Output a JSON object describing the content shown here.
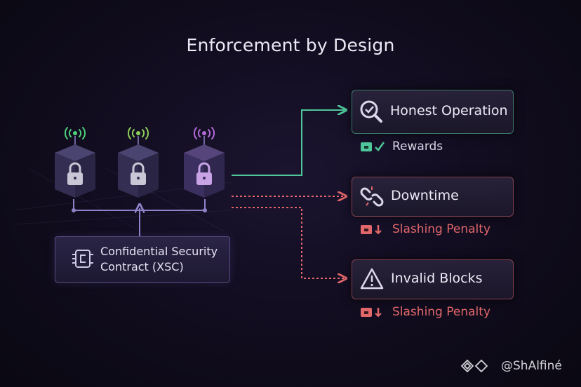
{
  "title": "Enforcement by Design",
  "contract": {
    "label_line1": "Confidential Security",
    "label_line2": "Contract (XSC)",
    "icon": "contract-chip-icon"
  },
  "nodes": [
    {
      "signal_color": "#4fd07a",
      "lock_color": "#c9c6d6"
    },
    {
      "signal_color": "#8dcf5a",
      "lock_color": "#c9c6d6"
    },
    {
      "signal_color": "#b26ad8",
      "lock_color": "#c8a3e6"
    }
  ],
  "outcomes": [
    {
      "label": "Honest Operation",
      "icon": "check-magnifier-icon",
      "result": "Rewards",
      "result_icon": "wallet-check-icon",
      "color": "#4fc79a"
    },
    {
      "label": "Downtime",
      "icon": "broken-link-icon",
      "result": "Slashing Penalty",
      "result_icon": "wallet-down-icon",
      "color": "#e2676a"
    },
    {
      "label": "Invalid Blocks",
      "icon": "warning-triangle-icon",
      "result": "Slashing Penalty",
      "result_icon": "wallet-down-icon",
      "color": "#e2676a"
    }
  ],
  "watermark": "@ShAlfiné"
}
